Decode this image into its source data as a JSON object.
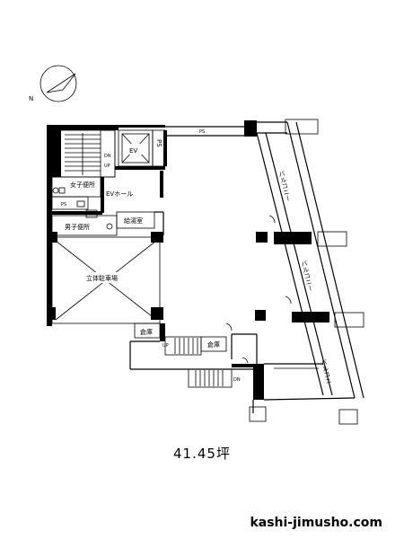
{
  "compass": {
    "north_label": "N"
  },
  "rooms": {
    "ps_top": "PS",
    "ev": "EV",
    "ps_side": "PS",
    "dn": "DN",
    "up": "UP",
    "womens_toilet": "女子便所",
    "ev_hall": "EVホール",
    "ps_small": "PS",
    "janitor": "給湯室",
    "mens_toilet": "男子便所",
    "parking": "立体駐車場",
    "storage_left": "倉庫",
    "storage_right": "倉庫",
    "stair_up": "UP",
    "stair_dn": "DN",
    "balcony": "バルコニー"
  },
  "area": "41.45坪",
  "site": "kashi-jimusho.com"
}
